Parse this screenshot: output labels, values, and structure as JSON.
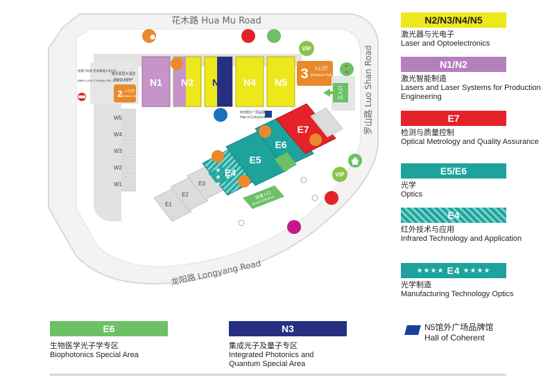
{
  "roads": {
    "hua_mu": "花木路  Hua Mu Road",
    "luo_shan": "罗山路  Luo Shan Road",
    "longyang": "龙阳路  Longyang Road"
  },
  "halls": {
    "n1": "N1",
    "n2": "N2",
    "n3": "N3",
    "n4": "N4",
    "n5": "N5",
    "w1": "W1",
    "w2": "W2",
    "w3": "W3",
    "w4": "W4",
    "w5": "W5",
    "e1": "E1",
    "e2": "E2",
    "e3": "E3",
    "e4": "E4",
    "e5": "E5",
    "e6": "E6",
    "e7": "E7"
  },
  "entrances": {
    "e3_num": "3",
    "e3_cn": "入口厅",
    "e3_en": "Entrance Hall",
    "e2_num": "2",
    "e2_cn": "入口厅",
    "e2_en": "Entrance Hall",
    "main_cn": "主入口",
    "quick_cn": "快速入口",
    "quick_en": "Quick Entrance"
  },
  "labels": {
    "vip_top": "VIP",
    "vip_bottom": "VIP",
    "kerry_cn": "浦东嘉里大酒店",
    "kerry_en": "Kerry Hotel",
    "metro_cn": "地铁7号线 花木路站1号出口",
    "metro_en": "Metro Line 7 Huamu Rd. Station Exit 1",
    "coherent_cn": "N5馆外广场品牌馆",
    "coherent_en": "Hall of Coherent"
  },
  "legend": [
    {
      "title": "N2/N3/N4/N5",
      "color": "#ece81c",
      "text_color": "#222",
      "cn": "激光器与光电子",
      "en": "Laser and Optoelectronics"
    },
    {
      "title": "N1/N2",
      "color": "#b57fbe",
      "text_color": "#fff",
      "cn": "激光智能制造",
      "en": "Lasers and Laser Systems for Production Engineering"
    },
    {
      "title": "E7",
      "color": "#e4222a",
      "text_color": "#fff",
      "cn": "检测与质量控制",
      "en": "Optical Metrology and Quality Assurance"
    },
    {
      "title": "E5/E6",
      "color": "#1ea39c",
      "text_color": "#fff",
      "cn": "光学",
      "en": "Optics"
    },
    {
      "title": "E4",
      "color": "#1ea39c",
      "text_color": "#fff",
      "cn": "红外技术与应用",
      "en": "Infrared Technology and Application"
    },
    {
      "title": "E4",
      "color": "#1ea39c",
      "text_color": "#fff",
      "cn": "光学制造",
      "en": "Manufacturing Technology Optics"
    }
  ],
  "bottom_legend": [
    {
      "title": "E6",
      "color": "#6dc066",
      "cn": "生物医学光子学专区",
      "en": "Biophotonics Special Area"
    },
    {
      "title": "N3",
      "color": "#262f82",
      "cn": "集成光子及量子专区",
      "en": "Integrated Photonics and Quantum Special Area"
    }
  ],
  "coherent_legend": {
    "cn": "N5馆外广场品牌馆",
    "en": "Hall of Coherent",
    "color": "#1b3f99"
  },
  "colors": {
    "yellow": "#ece81c",
    "purple": "#c694c9",
    "navy": "#262f82",
    "red": "#e4222a",
    "teal": "#1ea39c",
    "green": "#6dc066",
    "orange": "#e9892c",
    "grey": "#d6d6d6"
  }
}
